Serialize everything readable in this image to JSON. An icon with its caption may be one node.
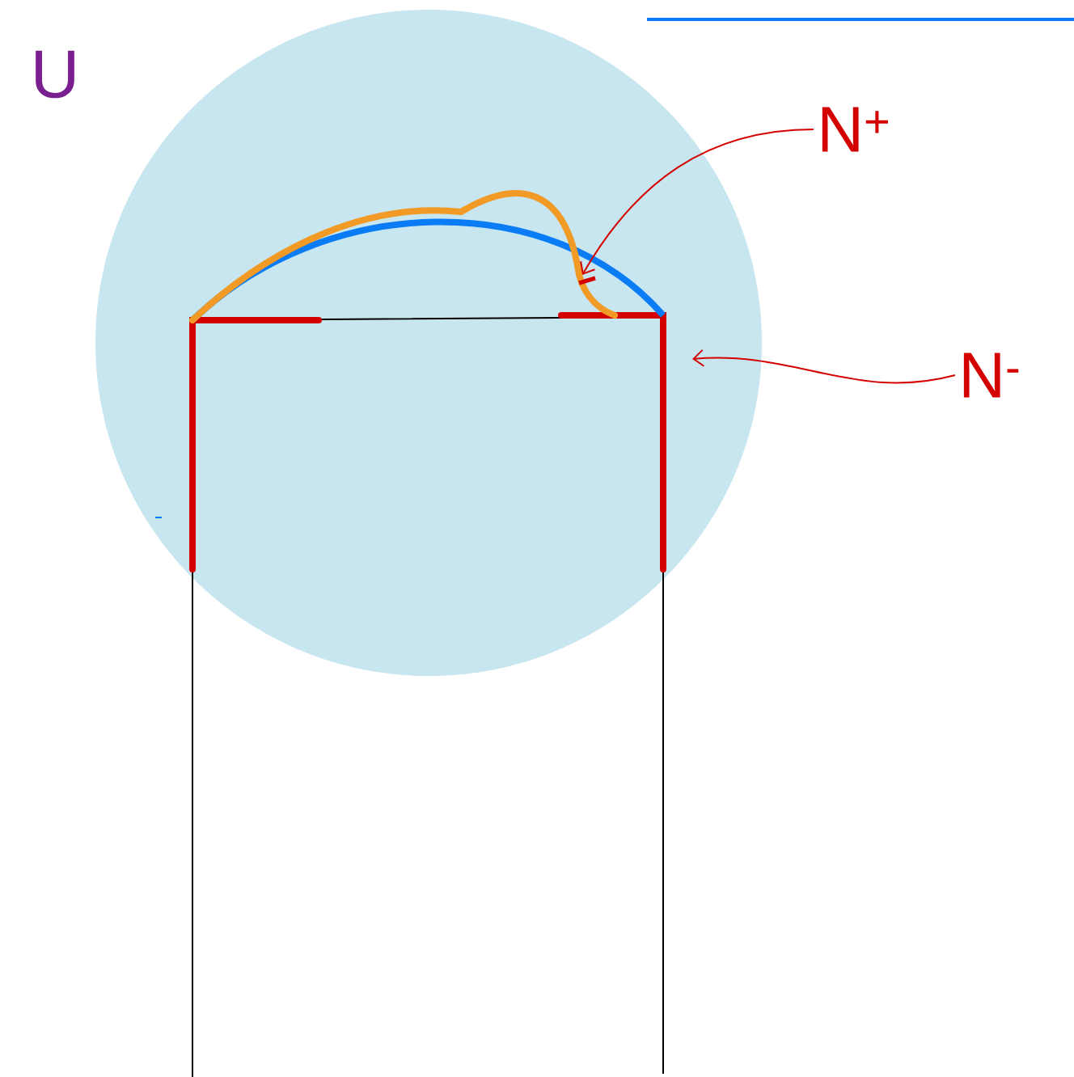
{
  "diagram": {
    "nodes": [
      {
        "text": [
          "N$^{+}$"
        ]
      },
      {
        "text": [
          "N$^{-}$"
        ]
      }
    ],
    "edges": [
      {
        "from": 0,
        "to": null,
        "arrow": "to"
      },
      {
        "from": 1,
        "to": null,
        "arrow": "to"
      }
    ],
    "labels": [
      "U"
    ]
  }
}
